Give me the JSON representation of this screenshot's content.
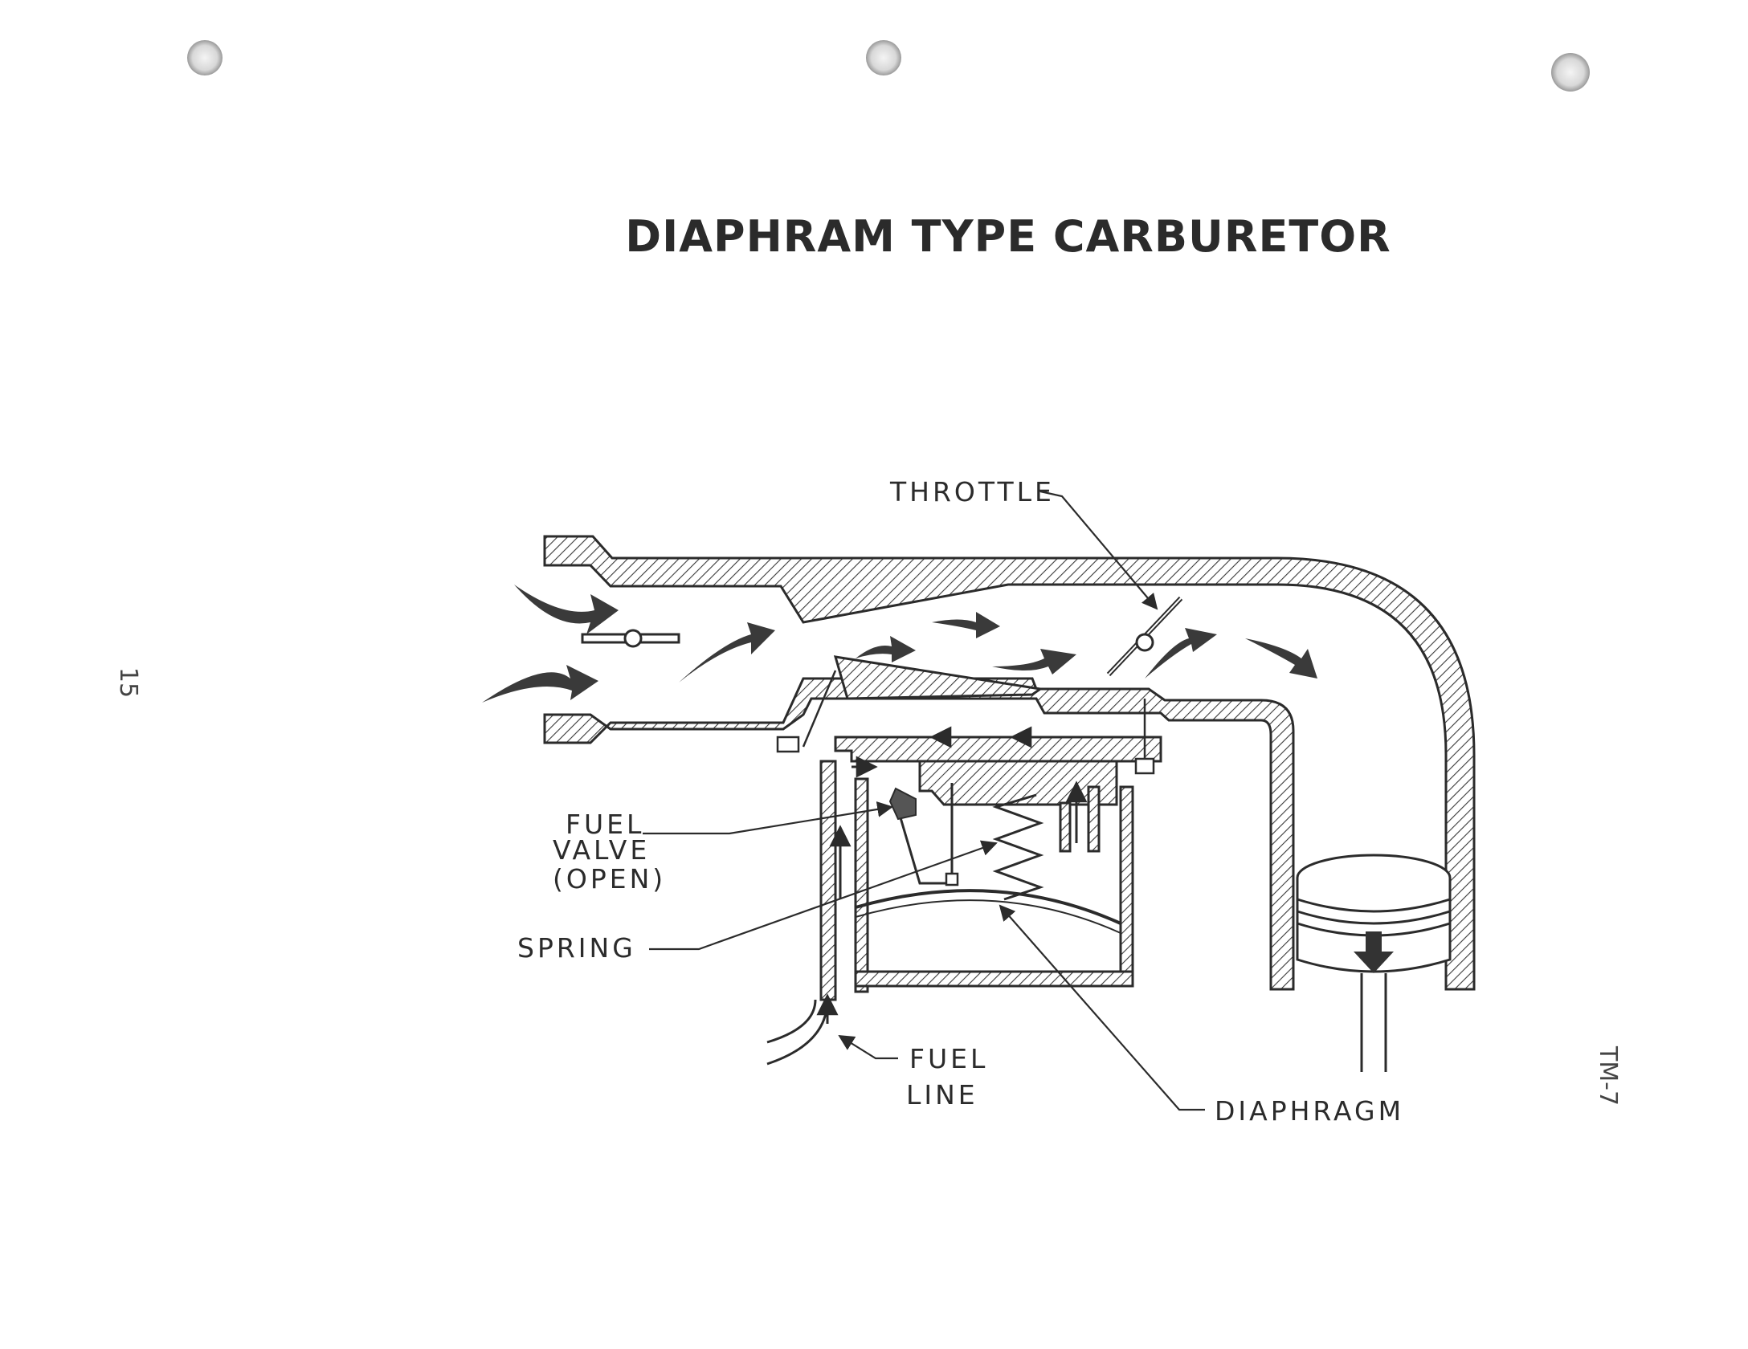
{
  "page": {
    "title": "DIAPHRAM TYPE CARBURETOR",
    "page_number": "15",
    "doc_code": "TM-7",
    "background": "#ffffff",
    "ink": "#2b2b2b"
  },
  "labels": {
    "throttle": "THROTTLE",
    "fuel_valve_1": "FUEL",
    "fuel_valve_2": "VALVE",
    "fuel_valve_3": "(OPEN)",
    "spring": "SPRING",
    "fuel_line_1": "FUEL",
    "fuel_line_2": "LINE",
    "diaphragm": "DIAPHRAGM"
  }
}
